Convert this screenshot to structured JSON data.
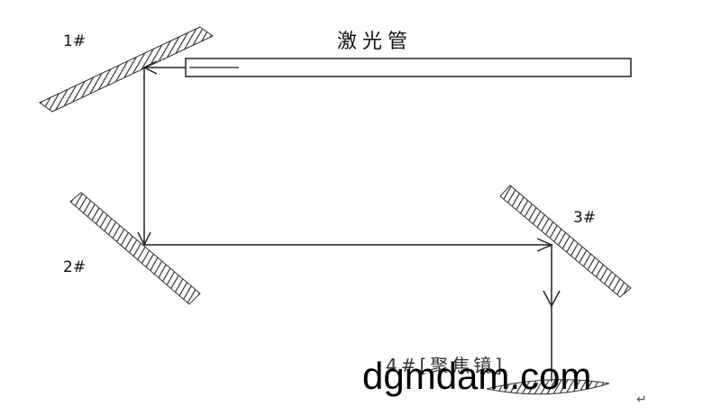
{
  "labels": {
    "tube": "激光管",
    "mirror1": "1#",
    "mirror2": "2#",
    "mirror3": "3#",
    "focus": "4#[聚焦镜]",
    "watermark": "dgmdam.com",
    "return_mark": "↵"
  },
  "colors": {
    "line": "#222222",
    "hatch": "#333333",
    "background": "#ffffff"
  }
}
